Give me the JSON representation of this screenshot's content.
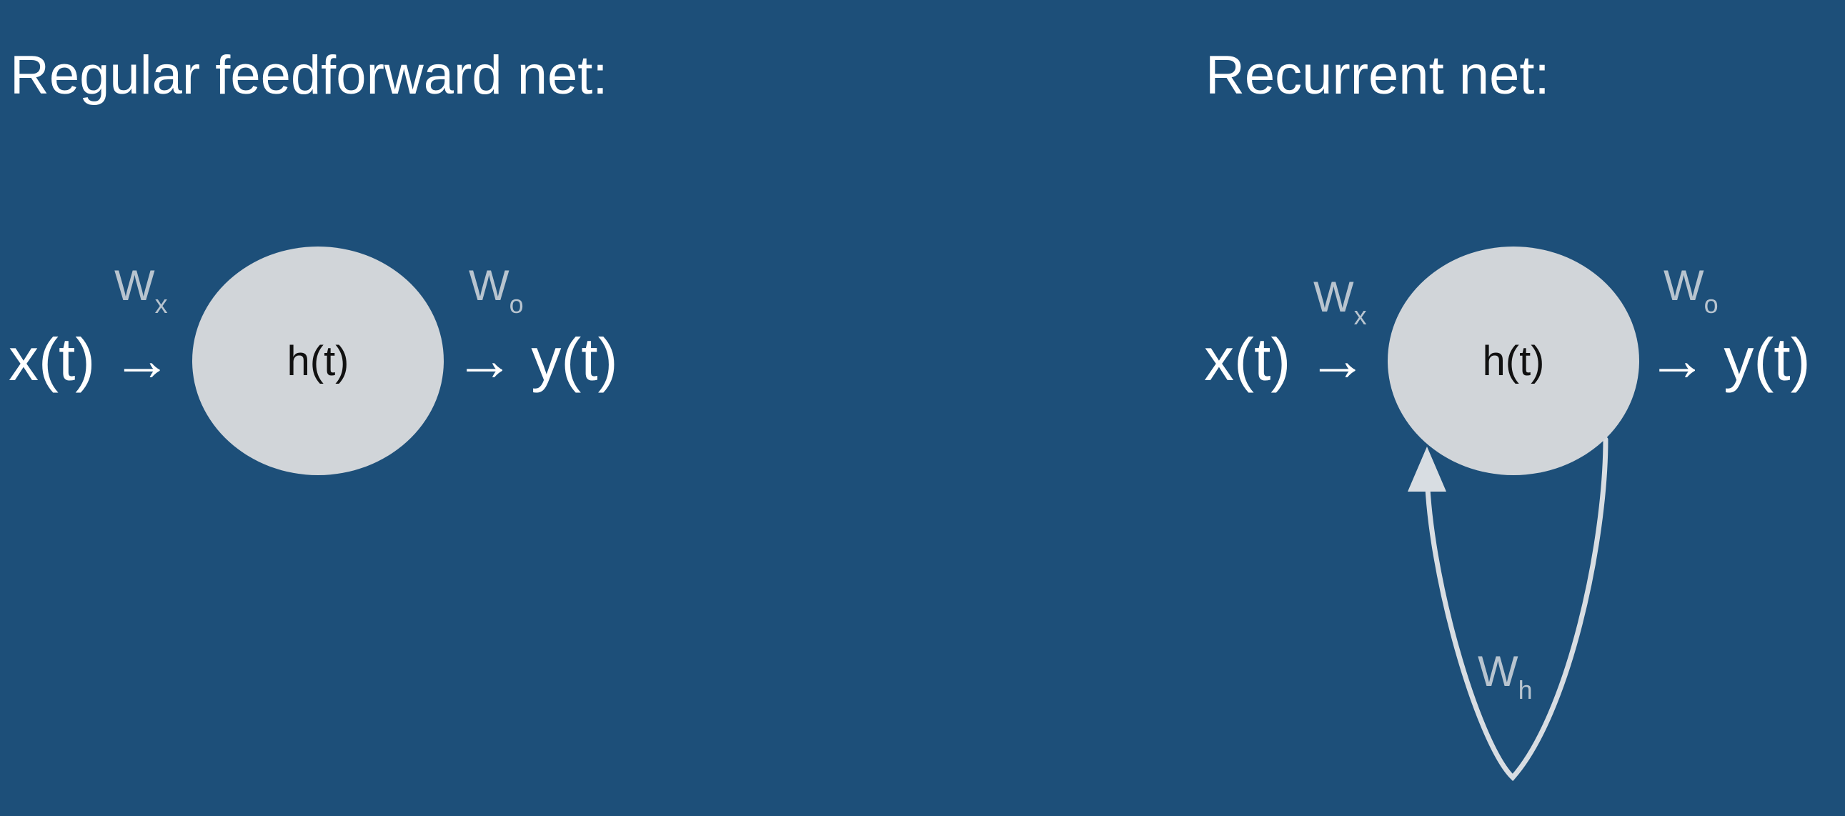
{
  "left_panel": {
    "title": "Regular feedforward net:",
    "input_label": "x(t) →",
    "node_label": "h(t)",
    "output_label": "→ y(t)",
    "input_weight": {
      "base": "W",
      "sub": "x"
    },
    "output_weight": {
      "base": "W",
      "sub": "o"
    }
  },
  "right_panel": {
    "title": "Recurrent net:",
    "input_label": "x(t) →",
    "node_label": "h(t)",
    "output_label": "→ y(t)",
    "input_weight": {
      "base": "W",
      "sub": "x"
    },
    "output_weight": {
      "base": "W",
      "sub": "o"
    },
    "recurrent_weight": {
      "base": "W",
      "sub": "h"
    }
  },
  "colors": {
    "background": "#1d4f79",
    "node_fill": "#d1d5d9",
    "text": "#ffffff",
    "weight_text": "#b8c4cf"
  }
}
